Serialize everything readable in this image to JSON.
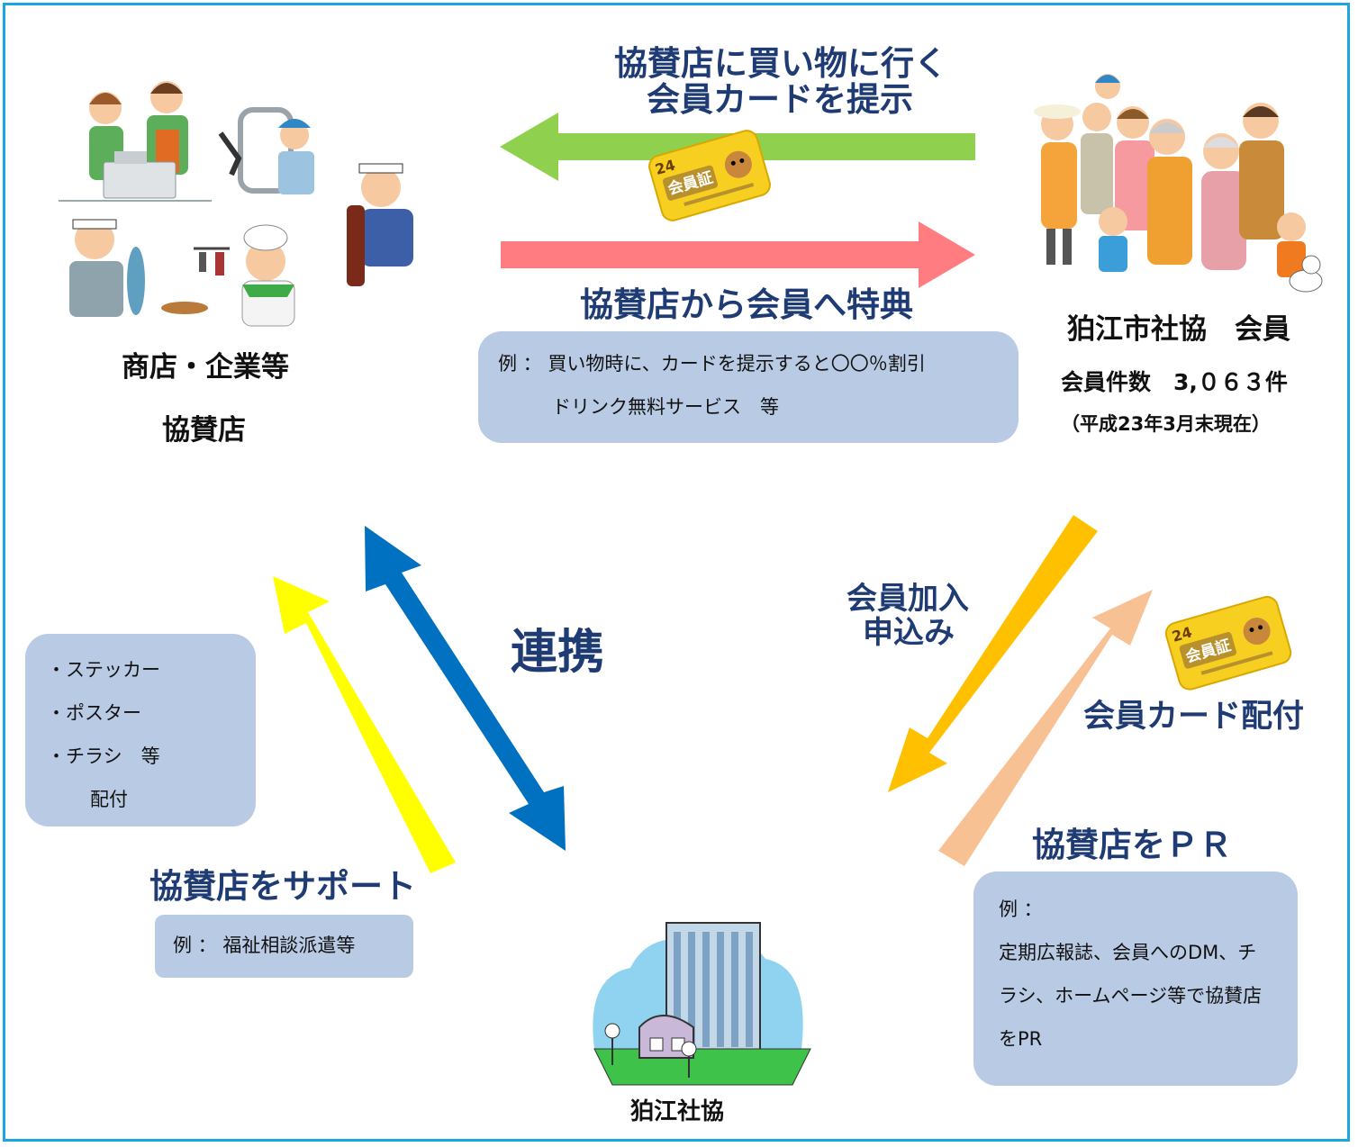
{
  "top_arrow_label": {
    "line1": "協賛店に買い物に行く",
    "line2": "会員カードを提示"
  },
  "benefit_label": "協賛店から会員へ特典",
  "benefit_box": {
    "line1": "例 ： 買い物時に、カードを提示すると〇〇％割引",
    "line2": "ドリンク無料サービス　等"
  },
  "shops": {
    "title": "商店・企業等",
    "subtitle": "協賛店"
  },
  "members": {
    "title": "狛江市社協　会員",
    "count": "会員件数　3,０６３件",
    "as_of": "（平成23年3月末現在）"
  },
  "center_label": "連携",
  "join_label": {
    "line1": "会員加入",
    "line2": "申込み"
  },
  "card_distribution_label": "会員カード配付",
  "support_label": "協賛店をサポート",
  "support_box": {
    "text": "例 ： 福祉相談派遣等"
  },
  "left_box": {
    "item1": "・ステッカー",
    "item2": "・ポスター",
    "item3": "・チラシ　等",
    "item4": "配付"
  },
  "pr_label": "協賛店をＰＲ",
  "pr_box": {
    "line1": "例 ：",
    "line2": "定期広報誌、会員へのDM、チ",
    "line3": "ラシ、ホームページ等で協賛店",
    "line4": "をPR"
  },
  "building_label": "狛江社協",
  "member_card": {
    "year": "24",
    "title": "会員証"
  },
  "colors": {
    "frame": "#1aa7e0",
    "green_arrow": "#8fd14f",
    "pink_arrow": "#ff7c80",
    "yellow_arrow": "#ffff00",
    "blue_arrow": "#0070c0",
    "orange_arrow": "#ffc000",
    "peach_arrow": "#f8c193",
    "box": "#b9cbe4",
    "navy_text": "#1f3b73"
  }
}
